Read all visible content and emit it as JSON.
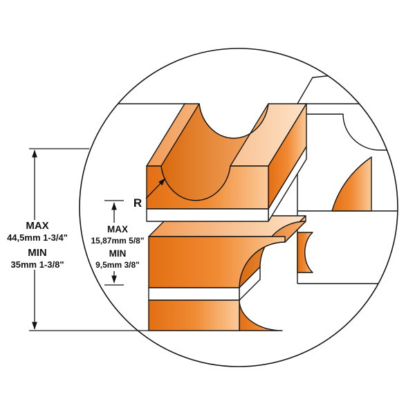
{
  "diagram": {
    "radius_label": "R",
    "outer_dimension": {
      "max_label": "MAX",
      "max_value": "44,5mm  1-3/4\"",
      "min_label": "MIN",
      "min_value": "35mm  1-3/8\""
    },
    "inner_dimension": {
      "max_label": "MAX",
      "max_value": "15,87mm 5/8\"",
      "min_label": "MIN",
      "min_value": "9,5mm 3/8\""
    },
    "colors": {
      "orange_dark": "#E36F12",
      "orange_mid": "#F08A33",
      "orange_light": "#FDDCBC",
      "outline": "#141414",
      "background": "#FFFFFF"
    }
  }
}
